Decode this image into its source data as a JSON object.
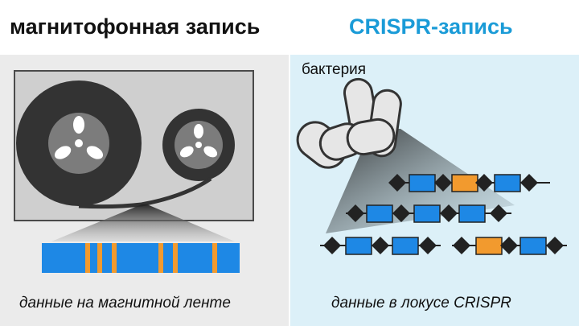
{
  "headings": {
    "left": "магнитофонная запись",
    "right": "CRISPR-запись"
  },
  "captions": {
    "left": "данные на магнитной ленте",
    "right": "данные в локусе CRISPR"
  },
  "labels": {
    "bacteria": "бактерия"
  },
  "colors": {
    "heading_right": "#1a9bd7",
    "tape_blue": "#1e88e5",
    "tape_orange": "#f29a2e",
    "recorder_body": "#cfcfcf",
    "reel": "#333333",
    "left_panel": "#ebebeb",
    "right_panel": "#dcf0f8"
  },
  "icons": [
    "tape-recorder-icon",
    "reel-icon",
    "bacteria-icon",
    "crispr-locus-icon"
  ]
}
